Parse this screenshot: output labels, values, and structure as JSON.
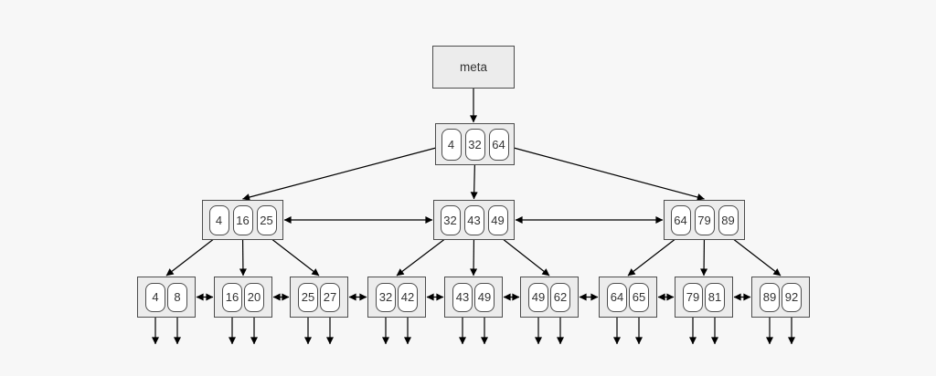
{
  "diagram": {
    "meta_label": "meta",
    "root_keys": [
      "4",
      "32",
      "64"
    ],
    "internal_nodes": [
      {
        "keys": [
          "4",
          "16",
          "25"
        ]
      },
      {
        "keys": [
          "32",
          "43",
          "49"
        ]
      },
      {
        "keys": [
          "64",
          "79",
          "89"
        ]
      }
    ],
    "leaf_nodes": [
      {
        "keys": [
          "4",
          "8"
        ]
      },
      {
        "keys": [
          "16",
          "20"
        ]
      },
      {
        "keys": [
          "25",
          "27"
        ]
      },
      {
        "keys": [
          "32",
          "42"
        ]
      },
      {
        "keys": [
          "43",
          "49"
        ]
      },
      {
        "keys": [
          "49",
          "62"
        ]
      },
      {
        "keys": [
          "64",
          "65"
        ]
      },
      {
        "keys": [
          "79",
          "81"
        ]
      },
      {
        "keys": [
          "89",
          "92"
        ]
      }
    ],
    "colors": {
      "background": "#f7f7f7",
      "node_fill": "#ececec",
      "cell_fill": "#ffffff",
      "node_border": "#4d4d4d",
      "edge": "#000000",
      "text": "#333333"
    }
  }
}
